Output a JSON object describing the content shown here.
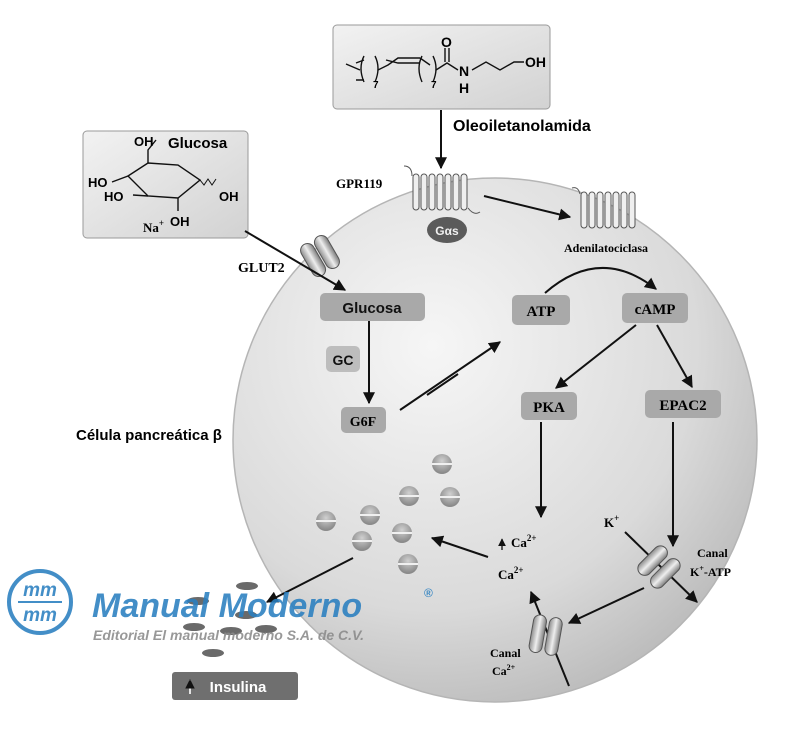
{
  "molecules": {
    "oea": {
      "name": "Oleoiletanolamida",
      "subscript_left": "7",
      "subscript_right": "7",
      "atom_o": "O",
      "atom_n": "N",
      "atom_h": "H",
      "atom_oh": "OH"
    },
    "glucose": {
      "name": "Glucosa",
      "oh_top": "OH",
      "oh_left_upper": "HO",
      "oh_left_lower": "HO",
      "oh_right": "OH",
      "oh_bottom": "OH",
      "ion": "Na",
      "ion_charge": "+"
    }
  },
  "receptors": {
    "gpr119": "GPR119",
    "gas": "Gαs",
    "adenylate_cyclase": "Adenilatociclasa",
    "glut2": "GLUT2"
  },
  "cell": {
    "label": "Célula pancreática β"
  },
  "nodes": {
    "glucose": "Glucosa",
    "gc": "GC",
    "g6f": "G6F",
    "atp": "ATP",
    "camp": "cAMP",
    "pka": "PKA",
    "epac2": "EPAC2"
  },
  "ions": {
    "ca_up": "Ca",
    "ca_up_charge": "2+",
    "ca": "Ca",
    "ca_charge": "2+",
    "k": "K",
    "k_charge": "+"
  },
  "channels": {
    "katp_line1": "Canal",
    "katp_line2_k": "K",
    "katp_line2_charge": "+",
    "katp_line2_rest": "-ATP",
    "ca_line1": "Canal",
    "ca_line2": "Ca",
    "ca_line2_charge": "2+"
  },
  "output": {
    "insulin": "Insulina"
  },
  "watermark": {
    "logo": "mm",
    "brand": "Manual Moderno",
    "registered": "®",
    "tagline": "Editorial El manual moderno S.A. de C.V."
  },
  "colors": {
    "cell_light": "#f3f3f3",
    "cell_dark": "#c4c4c4",
    "node_box": "#a9a9a9",
    "watermark": "#2a7fc0"
  }
}
